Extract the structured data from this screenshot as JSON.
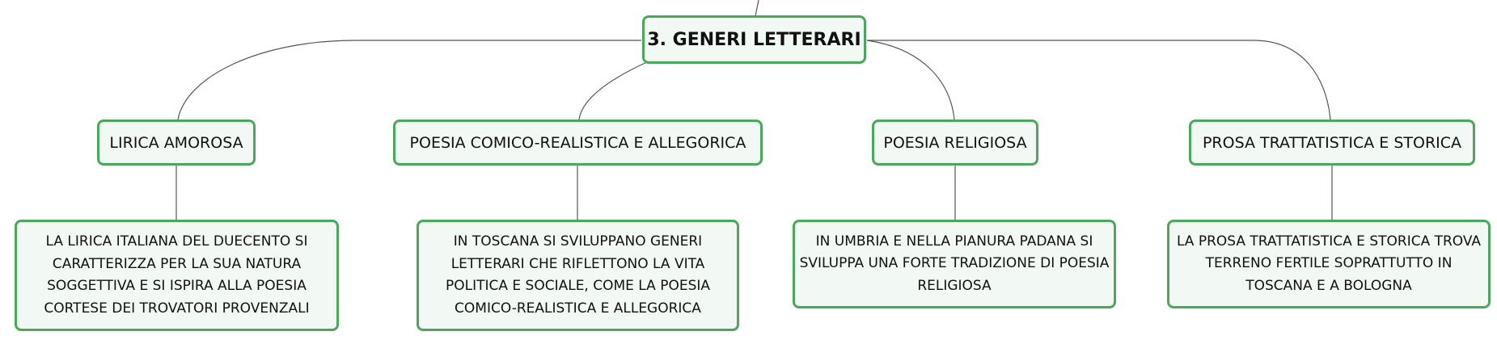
{
  "diagram": {
    "root": {
      "label": "3. GENERI LETTERARI"
    },
    "branches": [
      {
        "label": "LIRICA AMOROSA",
        "detail_lines": [
          "LA LIRICA ITALIANA DEL DUECENTO SI",
          "CARATTERIZZA PER LA SUA NATURA",
          "SOGGETTIVA E SI ISPIRA ALLA POESIA",
          "CORTESE DEI TROVATORI PROVENZALI"
        ]
      },
      {
        "label": "POESIA COMICO-REALISTICA E ALLEGORICA",
        "detail_lines": [
          "IN TOSCANA SI SVILUPPANO GENERI",
          "LETTERARI CHE RIFLETTONO LA VITA",
          "POLITICA E SOCIALE, COME LA POESIA",
          "COMICO-REALISTICA E ALLEGORICA"
        ]
      },
      {
        "label": "POESIA RELIGIOSA",
        "detail_lines": [
          "IN UMBRIA E NELLA PIANURA PADANA SI",
          "SVILUPPA UNA FORTE TRADIZIONE DI POESIA",
          "RELIGIOSA"
        ]
      },
      {
        "label": "PROSA TRATTATISTICA E STORICA",
        "detail_lines": [
          "LA PROSA TRATTATISTICA E STORICA TROVA",
          "TERRENO FERTILE SOPRATTUTTO IN",
          "TOSCANA E A BOLOGNA"
        ]
      }
    ]
  },
  "colors": {
    "node_border": "#4aa85a",
    "node_fill": "#f2f8f3",
    "connector": "#555555",
    "text": "#111111"
  }
}
